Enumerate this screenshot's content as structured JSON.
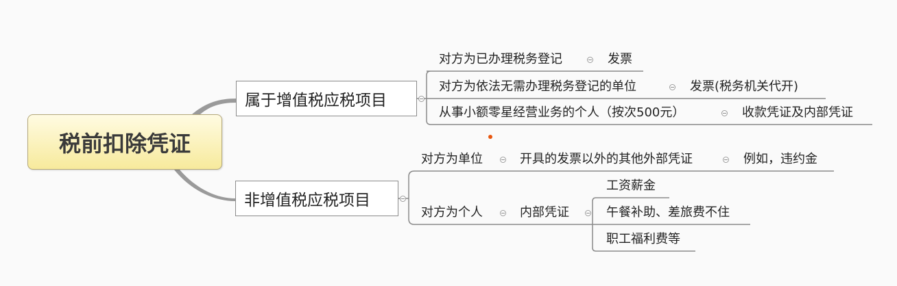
{
  "root": {
    "label": "税前扣除凭证"
  },
  "branch_vat": {
    "label": "属于增值税应税项目",
    "children": [
      {
        "label": "对方为已办理税务登记",
        "detail": "发票"
      },
      {
        "label": "对方为依法无需办理税务登记的单位",
        "detail": "发票(税务机关代开)"
      },
      {
        "label": "从事小额零星经营业务的个人（按次500元）",
        "detail": "收款凭证及内部凭证"
      }
    ]
  },
  "branch_nonvat": {
    "label": "非增值税应税项目",
    "children": [
      {
        "label": "对方为单位",
        "detail": "开具的发票以外的其他外部凭证",
        "example": "例如，违约金"
      },
      {
        "label": "对方为个人",
        "detail": "内部凭证",
        "items": [
          "工资薪金",
          "午餐补助、差旅费不住",
          "职工福利费等"
        ]
      }
    ]
  },
  "colors": {
    "root_fill": "#f7ea9c",
    "root_border": "#b3a77a",
    "branch_border": "#8a8a8a",
    "connector": "#8a8a8a",
    "curve": "#9a9a9a",
    "marker": "#e8560e"
  }
}
